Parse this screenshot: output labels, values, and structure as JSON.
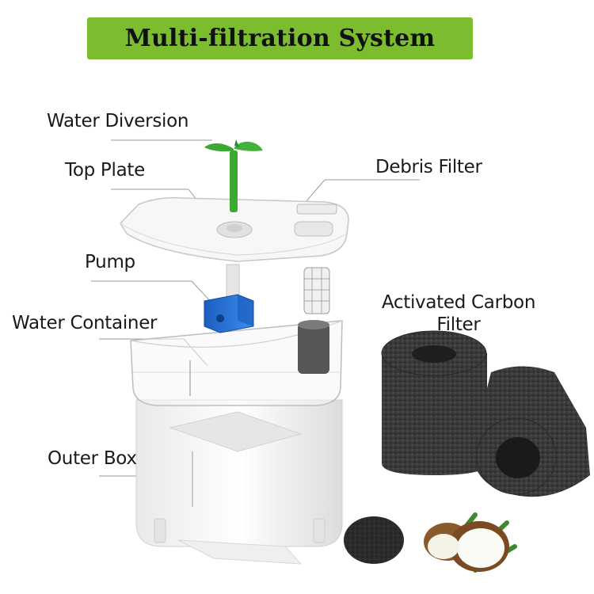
{
  "banner": {
    "title": "Multi-filtration System",
    "color": "#7bbd2e"
  },
  "labels": {
    "water_diversion": "Water Diversion",
    "top_plate": "Top Plate",
    "debris_filter": "Debris Filter",
    "pump": "Pump",
    "water_container": "Water Container",
    "activated_carbon_line1": "Activated Carbon",
    "activated_carbon_line2": "Filter",
    "outer_box": "Outer Box"
  },
  "colors": {
    "diversion": "#3aa832",
    "pump": "#1f6fd6",
    "sponge": "#3b3b3b",
    "plastic": "#f2f2f2"
  }
}
